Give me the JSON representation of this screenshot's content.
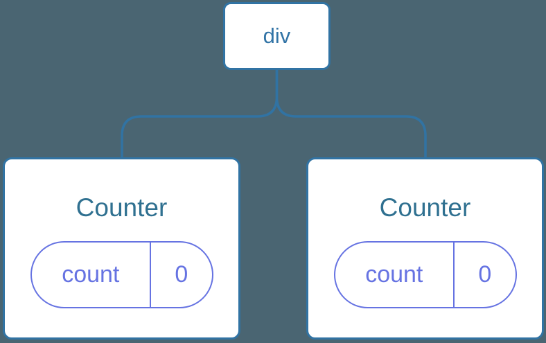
{
  "diagram": {
    "root": {
      "label": "div"
    },
    "children": [
      {
        "title": "Counter",
        "state": {
          "key": "count",
          "value": "0"
        }
      },
      {
        "title": "Counter",
        "state": {
          "key": "count",
          "value": "0"
        }
      }
    ]
  },
  "colors": {
    "background": "#4a6572",
    "node_border": "#3173a3",
    "node_fill": "#ffffff",
    "root_label": "#3274a6",
    "component_title": "#2f7090",
    "state_accent": "#6673e2"
  }
}
